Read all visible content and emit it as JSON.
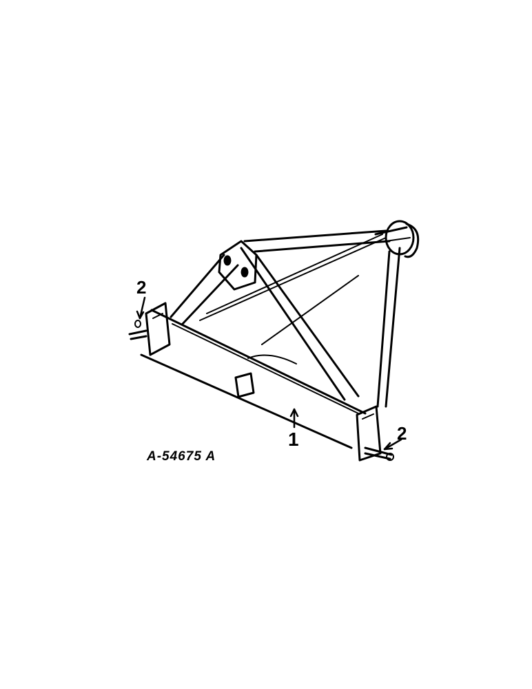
{
  "diagram": {
    "drawing_number": "A-54675 A",
    "callouts": [
      {
        "id": "left-pin",
        "label": "2"
      },
      {
        "id": "right-pin",
        "label": "2"
      },
      {
        "id": "frame",
        "label": "1"
      }
    ],
    "colors": {
      "line": "#000000",
      "background": "#ffffff"
    }
  }
}
